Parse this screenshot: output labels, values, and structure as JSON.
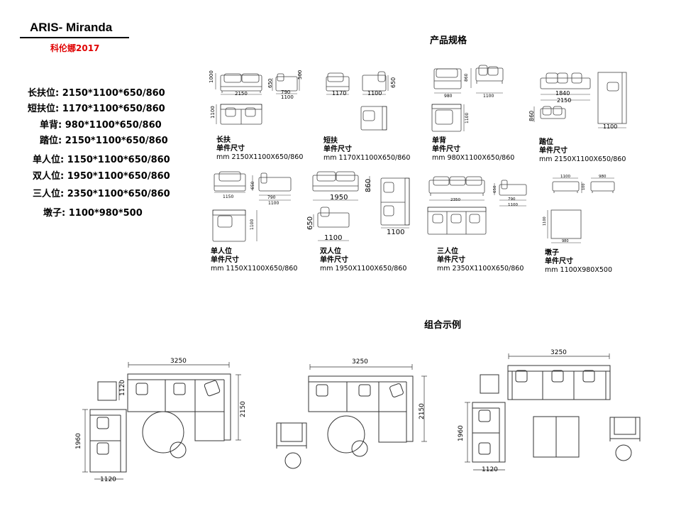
{
  "header": {
    "title": "ARIS- Miranda",
    "subtitle": "科伦娜2017"
  },
  "specs": [
    "长扶位: 2150*1100*650/860",
    "短扶位: 1170*1100*650/860",
    "单背: 980*1100*650/860",
    "踏位: 2150*1100*650/860",
    "单人位: 1150*1100*650/860",
    "双人位: 1950*1100*650/860",
    "三人位: 2350*1100*650/860",
    "墩子: 1100*980*500"
  ],
  "sections": {
    "product_specs": "产品规格",
    "combo_examples": "组合示例"
  },
  "units": [
    {
      "name": "长扶",
      "label": "单件尺寸",
      "size": "mm 2150X1100X650/860"
    },
    {
      "name": "短扶",
      "label": "单件尺寸",
      "size": "mm 1170X1100X650/860"
    },
    {
      "name": "单背",
      "label": "单件尺寸",
      "size": "mm 980X1100X650/860"
    },
    {
      "name": "踏位",
      "label": "单件尺寸",
      "size": "mm 2150X1100X650/860"
    },
    {
      "name": "单人位",
      "label": "单件尺寸",
      "size": "mm 1150X1100X650/860"
    },
    {
      "name": "双人位",
      "label": "单件尺寸",
      "size": "mm 1950X1100X650/860"
    },
    {
      "name": "三人位",
      "label": "单件尺寸",
      "size": "mm 2350X1100X650/860"
    },
    {
      "name": "墩子",
      "label": "单件尺寸",
      "size": "mm 1100X980X500"
    }
  ],
  "dims": {
    "d1000": "1000",
    "d2150": "2150",
    "d650": "650",
    "d790": "790",
    "d1100": "1100",
    "d500": "500",
    "d1170": "1170",
    "d980": "980",
    "d860": "860",
    "d1840": "1840",
    "d1150": "1150",
    "d1950": "1950",
    "d2350": "2350",
    "d100": "100",
    "d3250": "3250",
    "d1120": "1120",
    "d1960": "1960"
  }
}
